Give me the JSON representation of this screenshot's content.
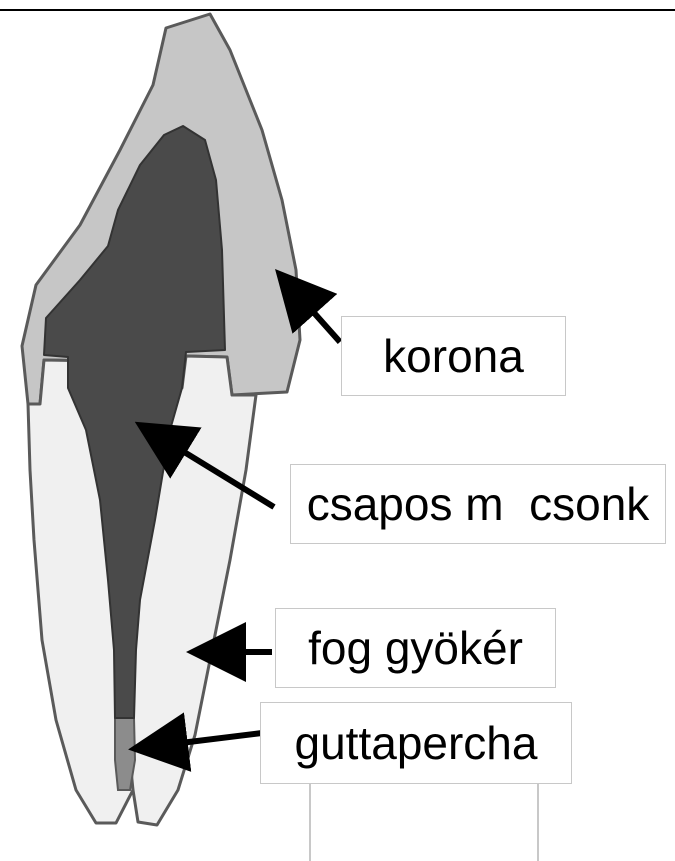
{
  "labels": {
    "crown": "korona",
    "post": "csapos m  csonk",
    "root": "fog gyökér",
    "gutta": "guttapercha"
  },
  "colors": {
    "enamel": "#c6c6c6",
    "post": "#4a4a4a",
    "root": "#f0f0f0",
    "gutta": "#8c8c8c",
    "outline": "#5a5a5a",
    "arrow": "#000000",
    "label_border": "#c8c8c8",
    "top_rule": "#000000"
  }
}
